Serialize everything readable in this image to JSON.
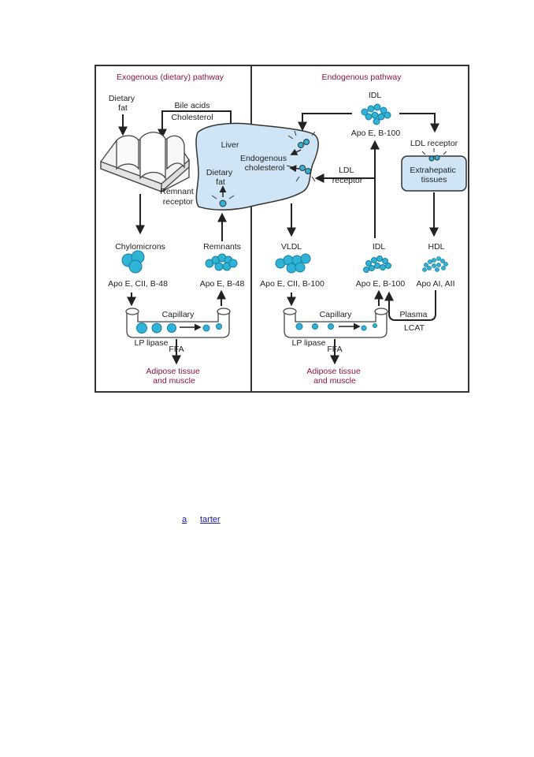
{
  "left_panel": {
    "title": "Exogenous (dietary) pathway",
    "dietary_fat": [
      "Dietary",
      "fat"
    ],
    "bile_acids": "Bile acids",
    "cholesterol": "Cholesterol",
    "remnant_receptor": [
      "Remnant",
      "receptor"
    ],
    "chylomicrons": "Chylomicrons",
    "chylomicron_apo": "Apo E, CII, B-48",
    "remnants": "Remnants",
    "remnant_apo": "Apo E, B-48",
    "capillary": "Capillary",
    "lp_lipase": "LP lipase",
    "ffa": "FFA",
    "adipose": [
      "Adipose tissue",
      "and muscle"
    ]
  },
  "right_panel": {
    "title": "Endogenous pathway",
    "idl_top": "IDL",
    "idl_top_apo": "Apo E, B-100",
    "ldl_receptor_top": "LDL receptor",
    "extrahepatic": [
      "Extrahepatic",
      "tissues"
    ],
    "ldl_receptor": [
      "LDL",
      "receptor"
    ],
    "vldl": "VLDL",
    "vldl_apo": "Apo E, CII, B-100",
    "idl": "IDL",
    "idl_apo": "Apo E, B-100",
    "hdl": "HDL",
    "hdl_apo": "Apo AI, AII",
    "plasma": "Plasma",
    "lcat": "LCAT",
    "capillary": "Capillary",
    "lp_lipase": "LP lipase",
    "ffa": "FFA",
    "adipose": [
      "Adipose tissue",
      "and muscle"
    ]
  },
  "liver": {
    "label": "Liver",
    "endogenous_cholesterol": [
      "Endogenous",
      "cholesterol"
    ],
    "dietary_fat": [
      "Dietary",
      "fat"
    ]
  },
  "links": [
    "a",
    "tarter"
  ],
  "colors": {
    "particle": "#2fb3d6",
    "organ_fill": "#cfe5f5",
    "title": "#8a1538",
    "frame": "#333333",
    "link": "#1a1aa6"
  },
  "icons": [
    "intestine-icon",
    "liver-icon",
    "extrahepatic-tissue-icon",
    "capillary-icon",
    "lipoprotein-particle-icon"
  ]
}
